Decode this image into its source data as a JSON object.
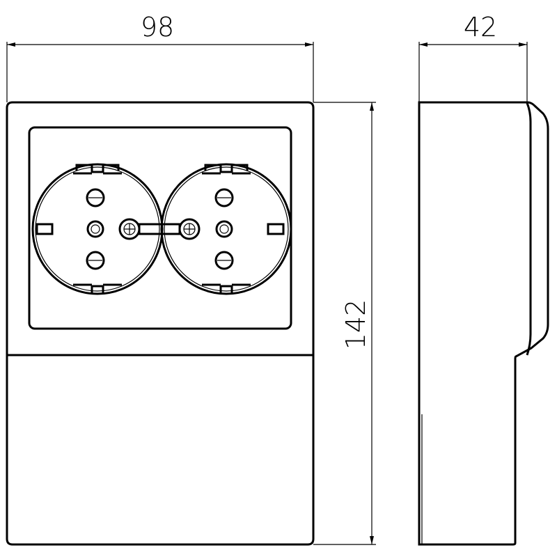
{
  "drawing": {
    "front_view": {
      "width_dimension": "98",
      "height_dimension": "142",
      "socket_count": 2
    },
    "side_view": {
      "depth_dimension": "42"
    },
    "colors": {
      "line": "#000000",
      "background": "#ffffff"
    }
  }
}
